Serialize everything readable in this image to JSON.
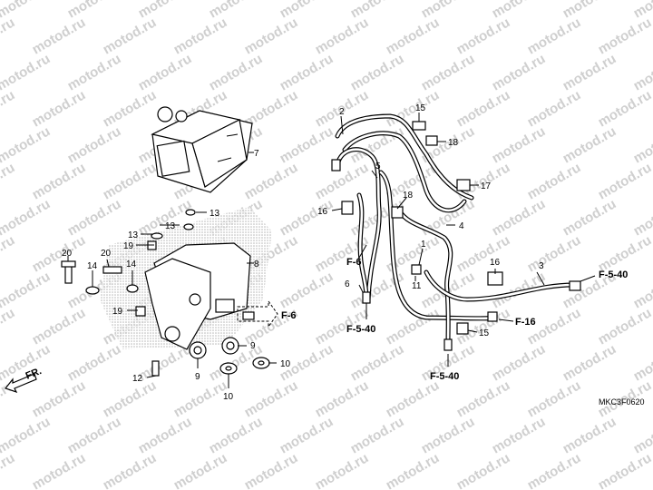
{
  "watermark": "motod.ru",
  "diagram_code": "MKC3F0620",
  "front_arrow_label": "FR.",
  "callouts": {
    "c1": "1",
    "c2": "2",
    "c3": "3",
    "c4": "4",
    "c5": "5",
    "c6": "6",
    "c7": "7",
    "c8": "8",
    "c9a": "9",
    "c9b": "9",
    "c10a": "10",
    "c10b": "10",
    "c11": "11",
    "c12": "12",
    "c13a": "13",
    "c13b": "13",
    "c13c": "13",
    "c14a": "14",
    "c14b": "14",
    "c15a": "15",
    "c15b": "15",
    "c16a": "16",
    "c16b": "16",
    "c17": "17",
    "c18a": "18",
    "c18b": "18",
    "c19a": "19",
    "c19b": "19",
    "c20a": "20",
    "c20b": "20"
  },
  "refs": {
    "f6_left": "F-6",
    "f6_center": "F-6",
    "f540_left": "F-5-40",
    "f540_bottom": "F-5-40",
    "f540_right": "F-5-40",
    "f16": "F-16"
  }
}
